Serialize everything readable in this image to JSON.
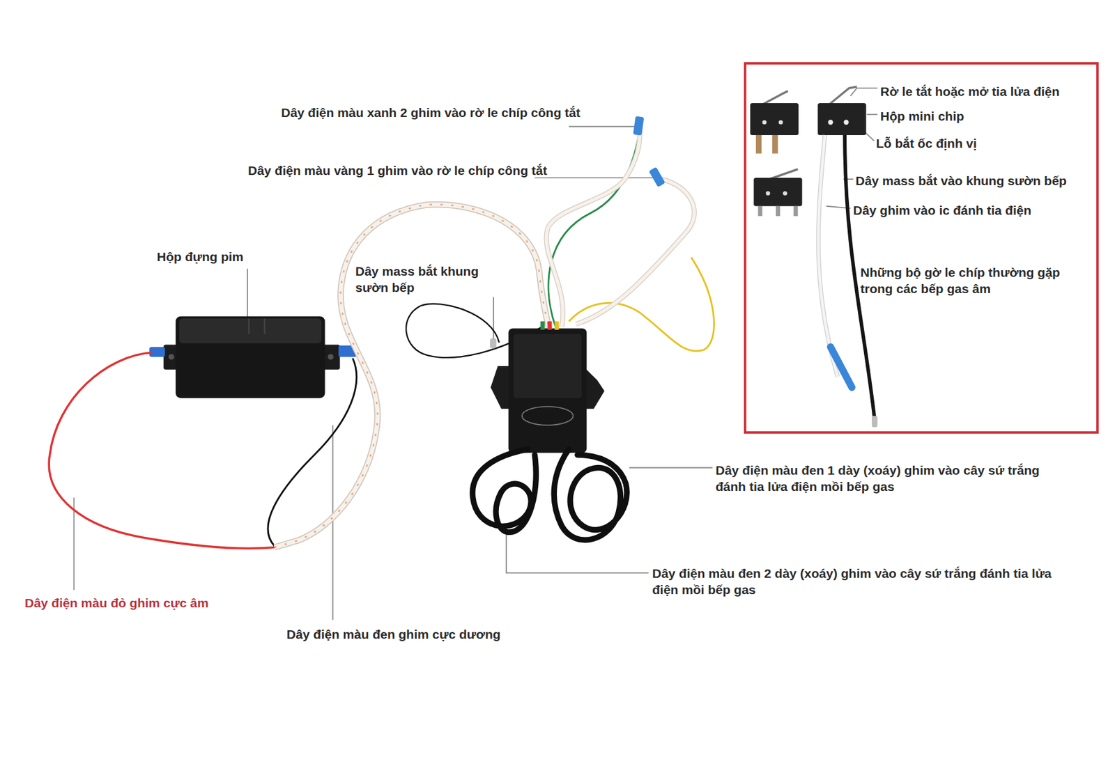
{
  "diagram": {
    "nodes": [
      {
        "text": [
          "Rờ le tắt hoặc mở tia lửa điện",
          "Hộp mini chip",
          "Lỗ bắt ốc định vị",
          "Dây mass bắt vào khung sườn bếp",
          "Dây ghim vào ic đánh tia điện",
          "Những bộ gờ le chíp thường gặp trong các bếp gas âm"
        ]
      }
    ],
    "labels": [
      "Dây điện màu xanh 2 ghim vào rờ le chíp công tắt",
      "Dây điện màu vàng 1 ghim vào rờ le chíp công tắt",
      "Hộp đựng pim",
      "Dây mass bắt khung sườn bếp",
      "Dây điện màu đen 1 dày (xoáy) ghim vào cây sứ trắng đánh tia lửa điện mồi bếp gas",
      "Dây điện màu đen 2 dày (xoáy) ghim vào cây sứ trắng đánh tia lửa điện mồi bếp gas",
      "Dây điện màu đỏ ghim cực âm",
      "Dây điện màu đen ghim cực dương"
    ]
  }
}
